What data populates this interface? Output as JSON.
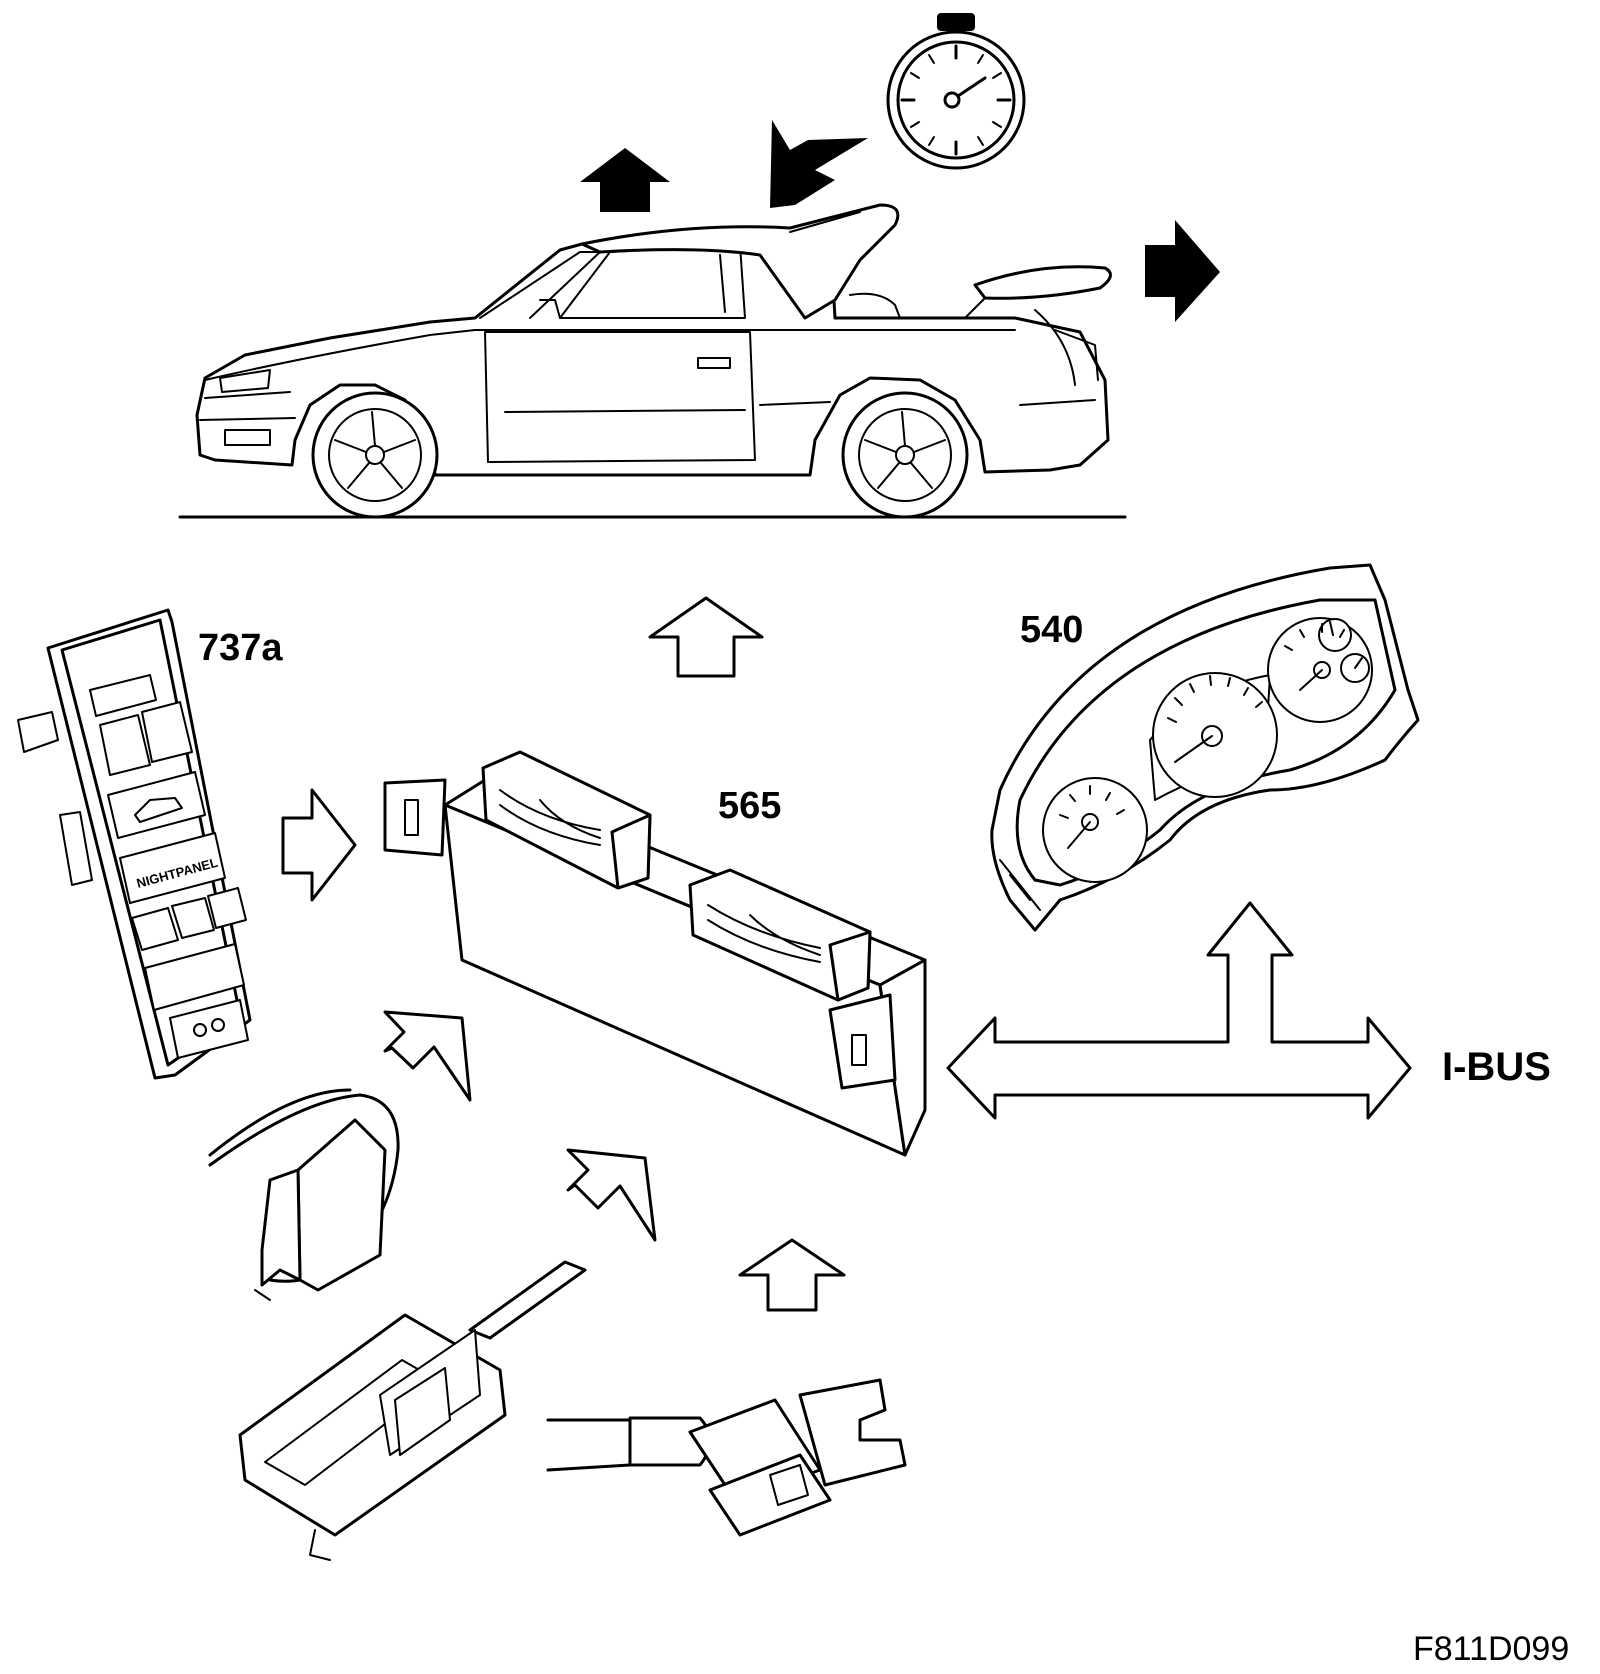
{
  "labels": {
    "switch_panel": "737a",
    "control_module": "565",
    "instrument_cluster": "540",
    "bus": "I-BUS",
    "figure_ref": "F811D099"
  },
  "switch_panel_text": {
    "night_panel": "NIGHTPANEL"
  },
  "icons": [
    "stopwatch-icon",
    "roof-raise-arrow",
    "roof-tilt-arrow",
    "trunk-arrow",
    "input-arrow",
    "output-arrow",
    "bus-arrow"
  ]
}
